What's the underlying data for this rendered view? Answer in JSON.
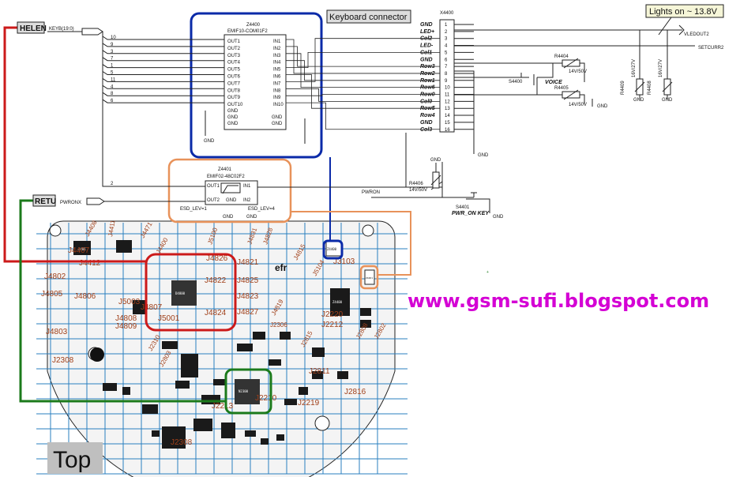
{
  "callouts": {
    "keyboard_connector": "Keyboard connector",
    "lights_on": "Lights on ~ 13.8V",
    "helen": "HELEN",
    "retu": "RETU",
    "top": "Top",
    "watermark": "www.gsm-sufi.blogspot.com"
  },
  "colors": {
    "blue_frame": "#0a2aa8",
    "orange_frame": "#e8925a",
    "red_frame": "#cc1a1a",
    "green_frame": "#1b7a1b",
    "watermark": "#d400d4",
    "grid": "#2a7fbf",
    "pcb_label": "#a0401a"
  },
  "z4400": {
    "ref": "Z4400",
    "part": "EMIF10-COM01F2",
    "outputs": [
      "OUT1",
      "OUT2",
      "OUT3",
      "OUT4",
      "OUT5",
      "OUT6",
      "OUT7",
      "OUT8",
      "OUT9",
      "OUT10"
    ],
    "inputs": [
      "IN1",
      "IN2",
      "IN3",
      "IN4",
      "IN5",
      "IN6",
      "IN7",
      "IN8",
      "IN9",
      "IN10"
    ],
    "gnd": "GND",
    "pin_numbers": [
      "10",
      "9",
      "3",
      "7",
      "1",
      "5",
      "11",
      "4",
      "8",
      "6"
    ]
  },
  "z4401": {
    "ref": "Z4401",
    "part": "EMIF02-48C02F2",
    "out1": "OUT1",
    "in1": "IN1",
    "out2": "OUT2",
    "gnd": "GND",
    "in2": "IN2",
    "esd1": "ESD_LEV=1",
    "esd2": "ESD_LEV=4",
    "pin2": "2"
  },
  "nets": {
    "keyb": "KEYB(19:0)",
    "pwronx": "PWRONX",
    "pwron": "PWRON",
    "vledout2": "VLEDOUT2",
    "setcurr2": "SETCURR2"
  },
  "x4400": {
    "ref": "X4400",
    "signals": [
      "GND",
      "LED+",
      "Col2",
      "LED-",
      "Col1",
      "GND",
      "Row3",
      "Row2",
      "Row1",
      "Row6",
      "Row0",
      "Col0",
      "Row5",
      "Row4",
      "GND",
      "Col3"
    ],
    "pins": [
      "1",
      "2",
      "3",
      "4",
      "5",
      "6",
      "7",
      "8",
      "9",
      "10",
      "11",
      "12",
      "13",
      "14",
      "15",
      "16"
    ]
  },
  "components": {
    "r4404": {
      "ref": "R4404",
      "val": "14V/50V"
    },
    "r4405": {
      "ref": "R4405",
      "val": "14V/50V"
    },
    "r4406": {
      "ref": "R4406",
      "val": "14V/50V"
    },
    "r4409": {
      "ref": "R4409",
      "val": "16V/27V"
    },
    "r4408": {
      "ref": "R4408",
      "val": "16V/27V"
    },
    "s4400": {
      "ref": "S4400",
      "label": "VOICE"
    },
    "s4401": {
      "ref": "S4401",
      "label": "PWR_ON KEY"
    },
    "gnd": "GND"
  },
  "pcb_labels": {
    "j4407": "J4407",
    "j4412": "J4412",
    "j4802": "J4802",
    "j4805": "J4805",
    "j4806": "J4806",
    "j4803": "J4803",
    "j5003": "J5003",
    "j4807": "J4807",
    "j4808": "J4808",
    "j4809": "J4809",
    "j5001": "J5001",
    "j4826": "J4826",
    "j4821": "J4821",
    "j4822": "J4822",
    "j4825": "J4825",
    "j4823": "J4823",
    "j4824": "J4824",
    "j4827": "J4827",
    "j2308": "J2308",
    "j2213": "J2213",
    "j2210": "J2210",
    "j2219": "J2219",
    "j2811": "J2811",
    "j2816": "J2816",
    "j2220": "J2220",
    "j2212": "J2212",
    "j2306": "J2306",
    "j2308b": "J2308",
    "j3103": "J3103",
    "efr": "efr",
    "z4400_pcb": "Z4400",
    "z4401_pcb": "Z4401"
  }
}
